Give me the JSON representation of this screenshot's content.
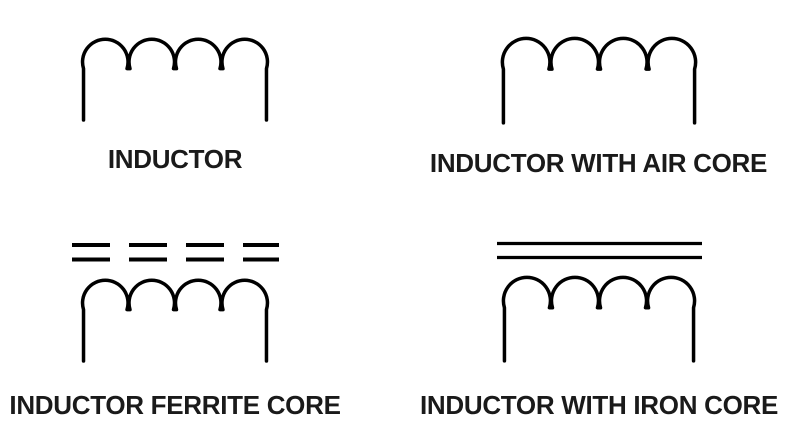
{
  "diagram": {
    "background_color": "#ffffff",
    "line_color": "#000000",
    "label_color": "#1a1a1a",
    "symbols": [
      {
        "id": "inductor",
        "label": "INDUCTOR",
        "core_marking": "none"
      },
      {
        "id": "inductor-air-core",
        "label": "INDUCTOR WITH AIR CORE",
        "core_marking": "none"
      },
      {
        "id": "inductor-ferrite-core",
        "label": "INDUCTOR FERRITE CORE",
        "core_marking": "double-dashed-line"
      },
      {
        "id": "inductor-iron-core",
        "label": "INDUCTOR WITH IRON CORE",
        "core_marking": "double-solid-line"
      }
    ]
  }
}
